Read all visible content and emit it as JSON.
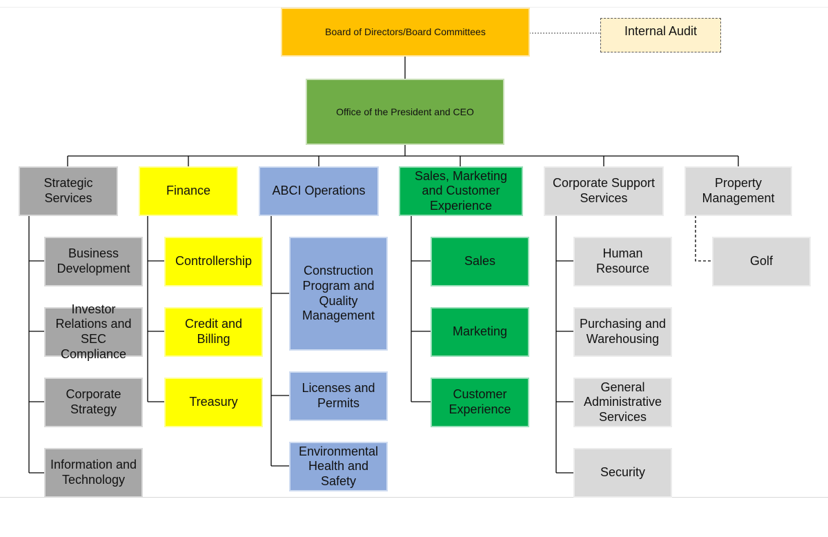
{
  "board": "Board of Directors/Board Committees",
  "internal_audit": "Internal Audit",
  "ceo": "Office of the President and CEO",
  "departments": {
    "strategic": {
      "head": "Strategic Services",
      "units": [
        "Business Development",
        "Investor Relations and SEC Compliance",
        "Corporate Strategy",
        "Information and Technology"
      ]
    },
    "finance": {
      "head": "Finance",
      "units": [
        "Controllership",
        "Credit and Billing",
        "Treasury"
      ]
    },
    "abci": {
      "head": "ABCI Operations",
      "units": [
        "Construction Program and Quality Management",
        "Licenses and Permits",
        "Environmental Health and Safety"
      ]
    },
    "sales": {
      "head": "Sales, Marketing and Customer Experience",
      "units": [
        "Sales",
        "Marketing",
        "Customer Experience"
      ]
    },
    "corporate": {
      "head": "Corporate Support Services",
      "units": [
        "Human Resource",
        "Purchasing and Warehousing",
        "General Administrative Services",
        "Security"
      ]
    },
    "property": {
      "head": "Property Management",
      "units": [
        "Golf"
      ]
    }
  },
  "colors": {
    "board": "#ffc000",
    "ceo": "#70ad47",
    "strategic": "#a6a6a6",
    "finance": "#ffff00",
    "abci": "#8eaadb",
    "sales": "#00b050",
    "corporate": "#d9d9d9",
    "property": "#d9d9d9",
    "internal_audit": "#fff2cc"
  }
}
